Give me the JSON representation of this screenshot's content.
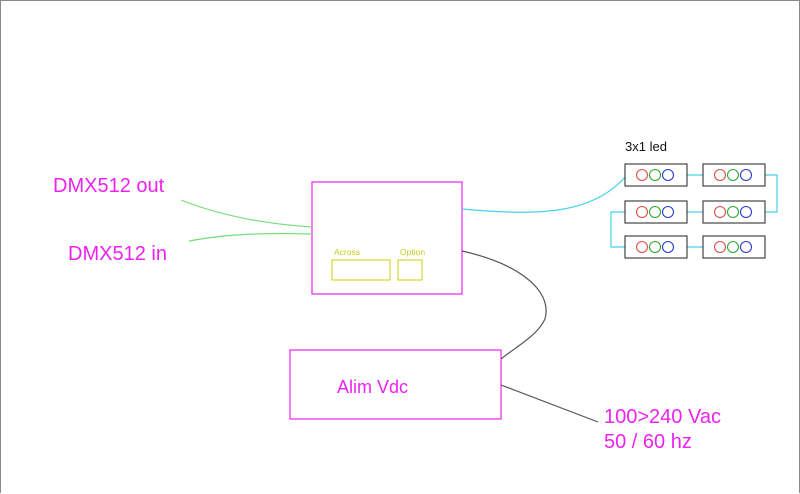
{
  "labels": {
    "dmx_out": "DMX512 out",
    "dmx_in": "DMX512 in",
    "across": "Across",
    "option": "Option",
    "alim": "Alim Vdc",
    "mains_voltage": "100>240 Vac",
    "mains_freq": "50 / 60 hz",
    "leds_title": "3x1 led"
  },
  "led_module_count": 6,
  "colors": {
    "magenta": "#ee22ee",
    "green_wire": "#77dd77",
    "cyan_wire": "#44d2ea",
    "dark_wire": "#555555",
    "yellow": "#d7d72a",
    "led_red": "#e24a4a",
    "led_green": "#2faa2f",
    "led_blue": "#2a3ad0"
  }
}
